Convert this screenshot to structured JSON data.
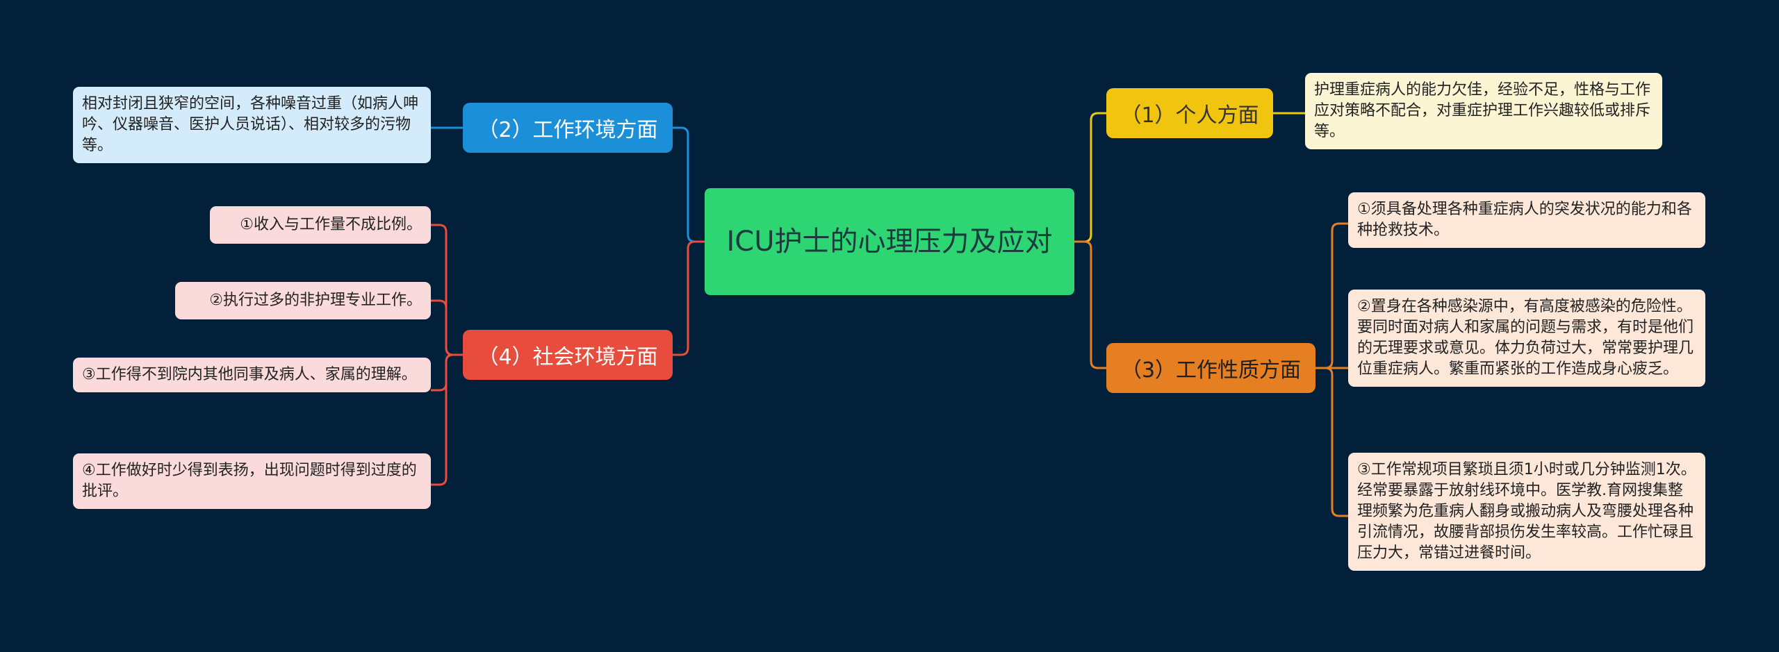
{
  "root": {
    "title": "ICU护士的心理压力及应对"
  },
  "branches": {
    "personal": {
      "label": "（1）个人方面",
      "color": "#f1c40f",
      "leaves": [
        "护理重症病人的能力欠佳，经验不足，性格与工作应对策略不配合，对重症护理工作兴趣较低或排斥等。"
      ]
    },
    "work_env": {
      "label": "（2）工作环境方面",
      "color": "#1b8fd8",
      "leaves": [
        "相对封闭且狭窄的空间，各种噪音过重（如病人呻吟、仪器噪音、医护人员说话）、相对较多的污物等。"
      ]
    },
    "work_nature": {
      "label": "（3）工作性质方面",
      "color": "#e67e22",
      "leaves": [
        "①须具备处理各种重症病人的突发状况的能力和各种抢救技术。",
        "②置身在各种感染源中，有高度被感染的危险性。要同时面对病人和家属的问题与需求，有时是他们的无理要求或意见。体力负荷过大，常常要护理几位重症病人。繁重而紧张的工作造成身心疲乏。",
        "③工作常规项目繁琐且须1小时或几分钟监测1次。经常要暴露于放射线环境中。医学教.育网搜集整理频繁为危重病人翻身或搬动病人及弯腰处理各种引流情况，故腰背部损伤发生率较高。工作忙碌且压力大，常错过进餐时间。"
      ]
    },
    "social_env": {
      "label": "（4）社会环境方面",
      "color": "#e74c3c",
      "leaves": [
        "①收入与工作量不成比例。",
        "②执行过多的非护理专业工作。",
        "③工作得不到院内其他同事及病人、家属的理解。",
        "④工作做好时少得到表扬，出现问题时得到过度的批评。"
      ]
    }
  }
}
